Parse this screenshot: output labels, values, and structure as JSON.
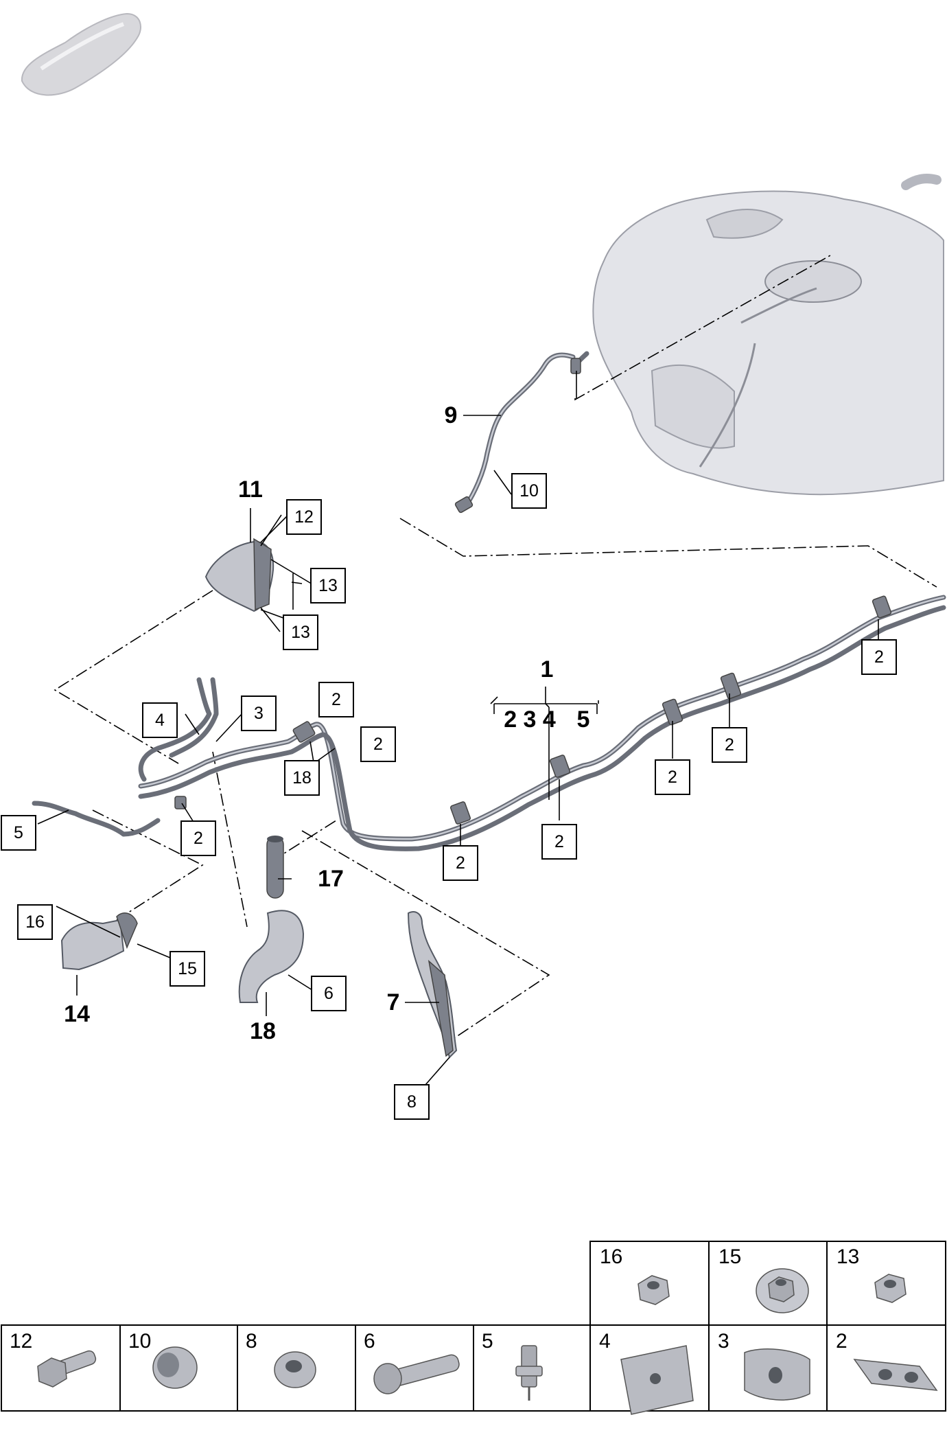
{
  "callouts": {
    "c1": "1",
    "c1_sub_a": "2 3 4",
    "c1_sub_b": "5",
    "c2": "2",
    "c3": "3",
    "c4": "4",
    "c5": "5",
    "c6": "6",
    "c7": "7",
    "c8": "8",
    "c9": "9",
    "c10": "10",
    "c11": "11",
    "c12": "12",
    "c13": "13",
    "c14": "14",
    "c15": "15",
    "c16": "16",
    "c17": "17",
    "c18": "18"
  },
  "legend": {
    "top_row": [
      "16",
      "15",
      "13"
    ],
    "bottom_row": [
      "12",
      "10",
      "8",
      "6",
      "5",
      "4",
      "3",
      "2"
    ]
  },
  "colors": {
    "part_grey": "#c3c5cc",
    "pipe_grey": "#6a6e78",
    "tank_grey": "#e3e4e9"
  }
}
